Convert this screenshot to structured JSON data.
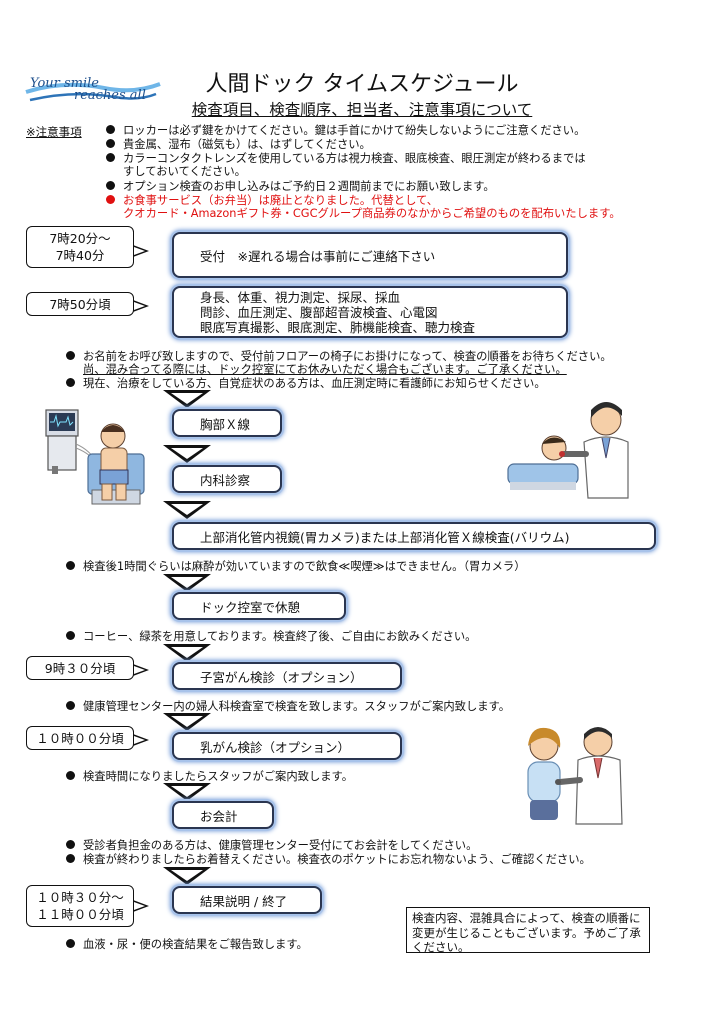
{
  "logo": {
    "line1": "Your smile",
    "line2": "reaches all"
  },
  "header": {
    "title": "人間ドック タイムスケジュール",
    "subtitle": "検査項目、検査順序、担当者、注意事項について"
  },
  "notes": {
    "heading": "※注意事項",
    "items": [
      "ロッカーは必ず鍵をかけてください。鍵は手首にかけて紛失しないようにご注意ください。",
      "貴金属、湿布（磁気も）は、はずしてください。",
      "カラーコンタクトレンズを使用している方は視力検査、眼底検査、眼圧測定が終わるまでは",
      "すしておいてください。",
      "オプション検査のお申し込みはご予約日２週間前までにお願い致します。",
      "お食事サービス（お弁当）は廃止となりました。代替として、",
      "クオカード・Amazonギフト券・CGCグループ商品券のなかからご希望のものを配布いたします。"
    ]
  },
  "times": {
    "t1_line1": "7時20分～",
    "t1_line2": "7時40分",
    "t2": "7時50分頃",
    "t3": "9時３０分頃",
    "t4": "１０時００分頃",
    "t5_line1": "１０時３０分～",
    "t5_line2": "１１時００分頃"
  },
  "steps": {
    "reception": "受付　※遅れる場合は事前にご連絡下さい",
    "basic_1": "身長、体重、視力測定、採尿、採血",
    "basic_2": "問診、血圧測定、腹部超音波検査、心電図",
    "basic_3": "眼底写真撮影、眼底測定、肺機能検査、聴力検査",
    "chest": "胸部Ｘ線",
    "internal": "内科診察",
    "gastric": "上部消化管内視鏡(胃カメラ)または上部消化管Ｘ線検査(バリウム)",
    "rest": "ドック控室で休憩",
    "uterine": "子宮がん検診（オプション）",
    "breast": "乳がん検診（オプション）",
    "payment": "お会計",
    "result": "結果説明 / 終了"
  },
  "remarks": {
    "r1": "お名前をお呼び致しますので、受付前フロアーの椅子にお掛けになって、検査の順番をお待ちください。",
    "r1b": "尚、混み合ってる際には、ドック控室にてお休みいただく場合もございます。ご了承ください。",
    "r2": "現在、治療をしている方、自覚症状のある方は、血圧測定時に看護師にお知らせください。",
    "r3": "検査後1時間ぐらいは麻酔が効いていますので飲食≪喫煙≫はできません。（胃カメラ）",
    "r4": "コーヒー、緑茶を用意しております。検査終了後、ご自由にお飲みください。",
    "r5": "健康管理センター内の婦人科検査室で検査を致します。スタッフがご案内致します。",
    "r6": "検査時間になりましたらスタッフがご案内致します。",
    "r7": "受診者負担金のある方は、健康管理センター受付にてお会計をしてください。",
    "r8": "検査が終わりましたらお着替えください。検査衣のポケットにお忘れ物ないよう、ご確認ください。",
    "r9": "血液・尿・便の検査結果をご報告致します。"
  },
  "side_note": {
    "line1": "検査内容、混雑具合によって、検査の順番に",
    "line2": "変更が生じることもございます。予めご了承",
    "line3": "ください。"
  },
  "colors": {
    "box_glow": "#6d96d6",
    "warning": "#e01010",
    "logo": "#1d4f8c"
  }
}
